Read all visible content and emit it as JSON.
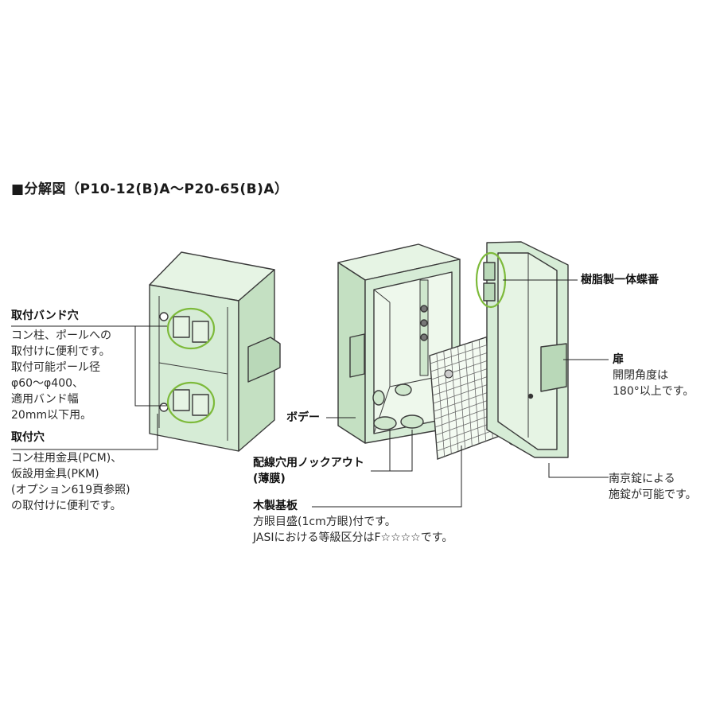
{
  "title": "■分解図（P10-12(B)A～P20-65(B)A）",
  "colors": {
    "body_fill": "#d6ecd6",
    "body_light": "#e6f4e4",
    "body_dark": "#b9d8b8",
    "outline": "#3a3a3a",
    "highlight_circle": "#7dba3a",
    "leader": "#222222"
  },
  "labels": {
    "band_hole": {
      "heading": "取付バンド穴",
      "lines": [
        "コン柱、ポールへの",
        "取付けに便利です。",
        "取付可能ポール径",
        "φ60～φ400、",
        "適用バンド幅",
        "20mm以下用。"
      ]
    },
    "mount_hole": {
      "heading": "取付穴",
      "lines": [
        "コン柱用金具(PCM)、",
        "仮設用金具(PKM)",
        "(オプション619頁参照)",
        "の取付けに便利です。"
      ]
    },
    "body": {
      "heading": "ボデー"
    },
    "knockout": {
      "heading_lines": [
        "配線穴用ノックアウト",
        "(薄膜)"
      ]
    },
    "board": {
      "heading": "木製基板",
      "lines": [
        "方眼目盛(1cm方眼)付です。",
        "JASIにおける等級区分はF☆☆☆☆です。"
      ]
    },
    "hinge": {
      "heading": "樹脂製一体蝶番"
    },
    "door": {
      "heading": "扉",
      "lines": [
        "開閉角度は",
        "180°以上です。"
      ]
    },
    "lock": {
      "lines": [
        "南京錠による",
        "施錠が可能です。"
      ]
    }
  }
}
